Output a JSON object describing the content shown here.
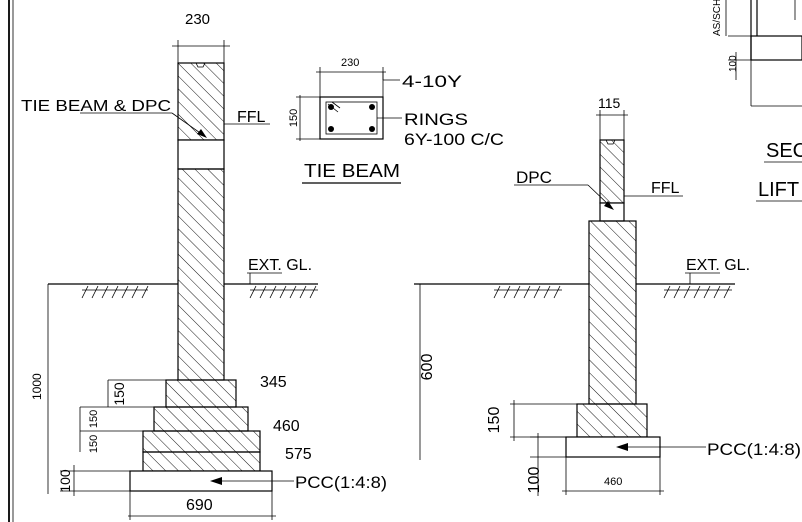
{
  "left_section": {
    "width_top": "230",
    "tie_beam_dpc": "TIE BEAM & DPC",
    "ffl": "FFL",
    "ext_gl": "EXT. GL.",
    "depth": "1000",
    "step_h1": "150",
    "step_h2": "150",
    "step_h3": "150",
    "pcc_h": "100",
    "w_345": "345",
    "w_460": "460",
    "w_575": "575",
    "w_690": "690",
    "pcc": "PCC(1:4:8)"
  },
  "tie_beam": {
    "width": "230",
    "depth": "150",
    "bars": "4-10Y",
    "rings": "RINGS",
    "rings_spec": "6Y-100 C/C",
    "title": "TIE BEAM"
  },
  "right_section": {
    "width_top": "115",
    "dpc": "DPC",
    "ffl": "FFL",
    "ext_gl": "EXT. GL.",
    "depth": "600",
    "step_h": "150",
    "pcc_h": "100",
    "w_460": "460",
    "pcc": "PCC(1:4:8)"
  },
  "clipped_detail": {
    "side_label": "AS/SCH",
    "dim": "100",
    "sec": "SEC",
    "lift": "LIFT"
  }
}
